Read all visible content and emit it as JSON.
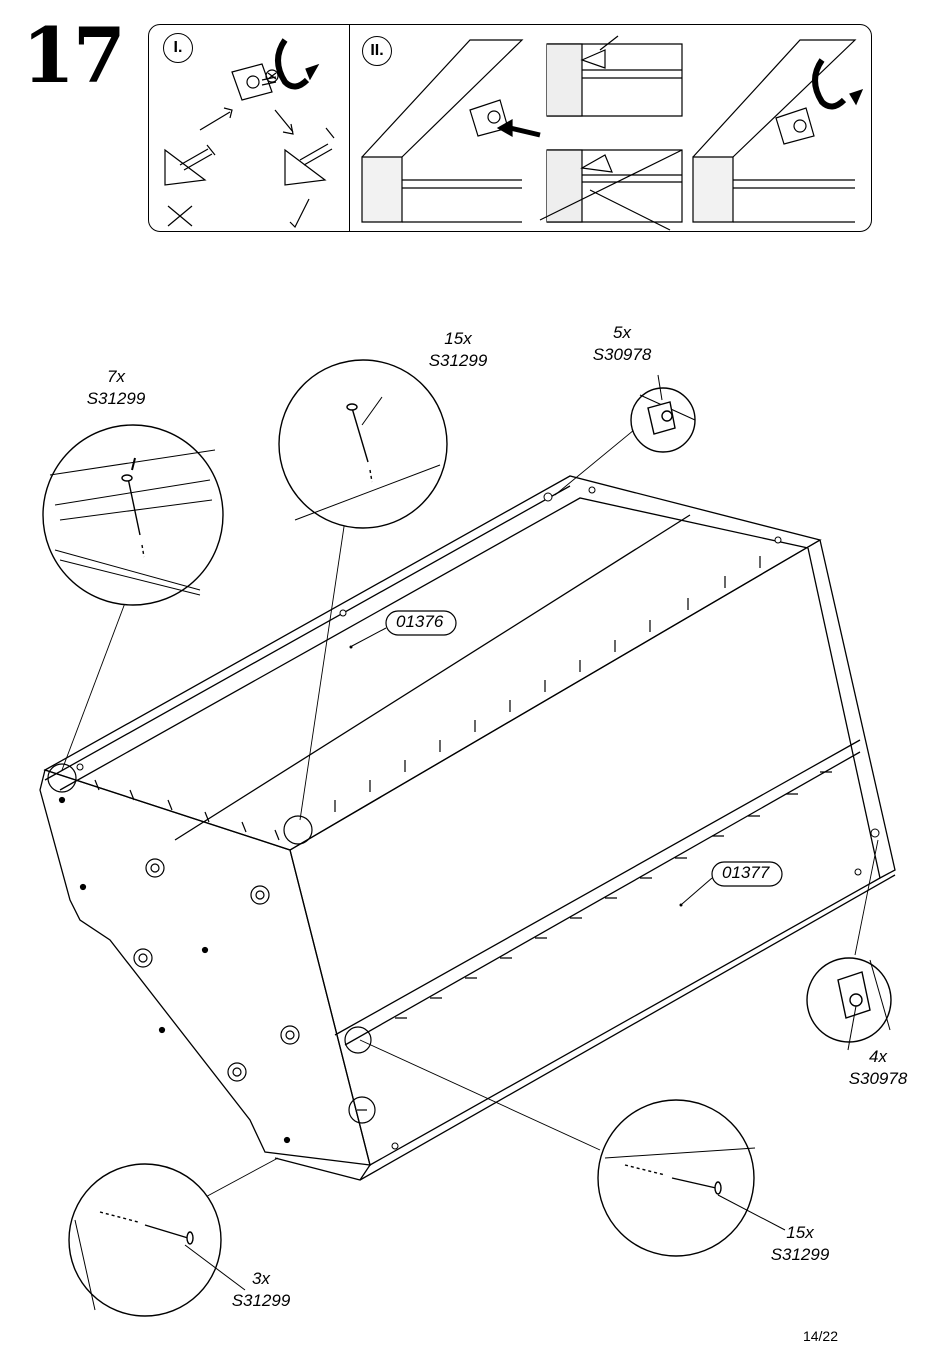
{
  "step": {
    "number": "17"
  },
  "instructions": {
    "section_one": {
      "label": "I."
    },
    "section_two": {
      "label": "II."
    }
  },
  "callouts": [
    {
      "quantity": "7x",
      "part": "S31299"
    },
    {
      "quantity": "15x",
      "part": "S31299"
    },
    {
      "quantity": "5x",
      "part": "S30978"
    },
    {
      "quantity": "4x",
      "part": "S30978"
    },
    {
      "quantity": "15x",
      "part": "S31299"
    },
    {
      "quantity": "3x",
      "part": "S31299"
    }
  ],
  "parts": [
    {
      "id": "01376"
    },
    {
      "id": "01377"
    }
  ],
  "page": {
    "indicator": "14/22"
  }
}
